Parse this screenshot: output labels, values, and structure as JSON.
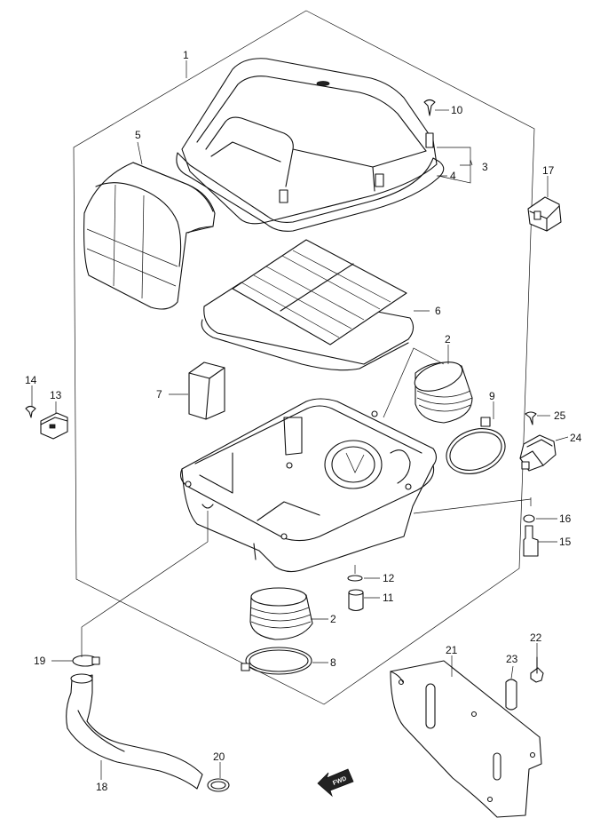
{
  "callouts": {
    "c1": "1",
    "c2a": "2",
    "c2b": "2",
    "c3": "3",
    "c4": "4",
    "c5": "5",
    "c6": "6",
    "c7": "7",
    "c8": "8",
    "c9": "9",
    "c10": "10",
    "c11": "11",
    "c12": "12",
    "c13": "13",
    "c14": "14",
    "c15": "15",
    "c16": "16",
    "c17": "17",
    "c18": "18",
    "c19": "19",
    "c20": "20",
    "c21": "21",
    "c22": "22",
    "c23": "23",
    "c24": "24",
    "c25": "25"
  },
  "direction_arrow": "FWD"
}
